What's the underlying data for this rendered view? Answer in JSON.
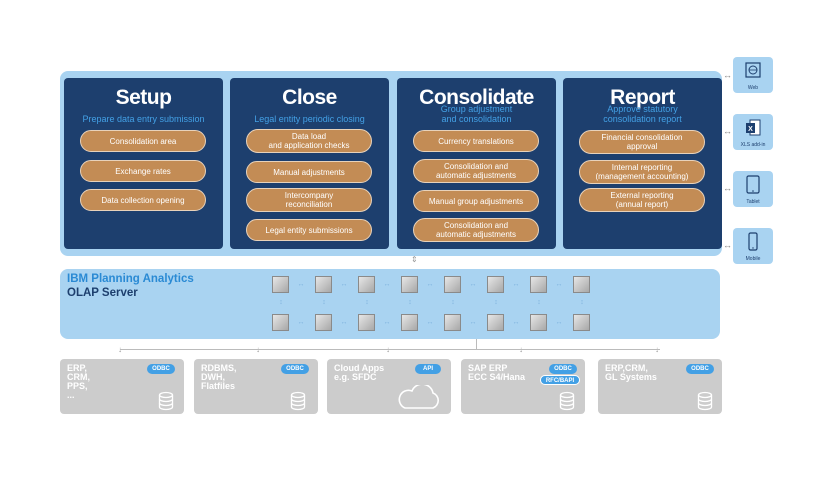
{
  "stages": [
    {
      "title": "Setup",
      "subtitle": "Prepare data entry submission",
      "items": [
        "Consolidation area",
        "Exchange rates",
        "Data collection opening"
      ]
    },
    {
      "title": "Close",
      "subtitle": "Legal entity periodic closing",
      "items": [
        "Data load\nand application checks",
        "Manual adjustments",
        "Intercompany\nreconciliation",
        "Legal entity submissions"
      ]
    },
    {
      "title": "Consolidate",
      "subtitle": "Group adjustment\nand consolidation",
      "items": [
        "Currency translations",
        "Consolidation and\nautomatic adjustments",
        "Manual group adjustments",
        "Consolidation and\nautomatic adjustments"
      ]
    },
    {
      "title": "Report",
      "subtitle": "Approve statutory\nconsolidation report",
      "items": [
        "Financial consolidation\napproval",
        "Internal reporting\n(management accounting)",
        "External reporting\n(annual report)"
      ]
    }
  ],
  "olap": {
    "line1": "IBM Planning Analytics",
    "line2": "OLAP Server"
  },
  "sources": [
    {
      "label": "ERP,\nCRM,\nPPS,\n...",
      "badge": "ODBC",
      "badge2": "",
      "icon": "database-icon"
    },
    {
      "label": "RDBMS,\nDWH,\nFlatfiles",
      "badge": "ODBC",
      "badge2": "",
      "icon": "database-icon"
    },
    {
      "label": "Cloud Apps\ne.g. SFDC",
      "badge": "API",
      "badge2": "",
      "icon": "cloud-icon"
    },
    {
      "label": "SAP ERP\nECC S4/Hana",
      "badge": "ODBC",
      "badge2": "RFC/BAPI",
      "icon": "database-icon"
    },
    {
      "label": "ERP,CRM,\nGL Systems",
      "badge": "ODBC",
      "badge2": "",
      "icon": "database-icon"
    }
  ],
  "devices": [
    {
      "label": "Web",
      "icon": "web-icon"
    },
    {
      "label": "XLS add-in",
      "icon": "excel-icon"
    },
    {
      "label": "Tablet",
      "icon": "tablet-icon"
    },
    {
      "label": "Mobile",
      "icon": "mobile-icon"
    }
  ],
  "colors": {
    "panel": "#1d3f6e",
    "light": "#a9d3f1",
    "accent": "#43a0e5",
    "pill": "#c38c55",
    "source": "#cccccc"
  }
}
